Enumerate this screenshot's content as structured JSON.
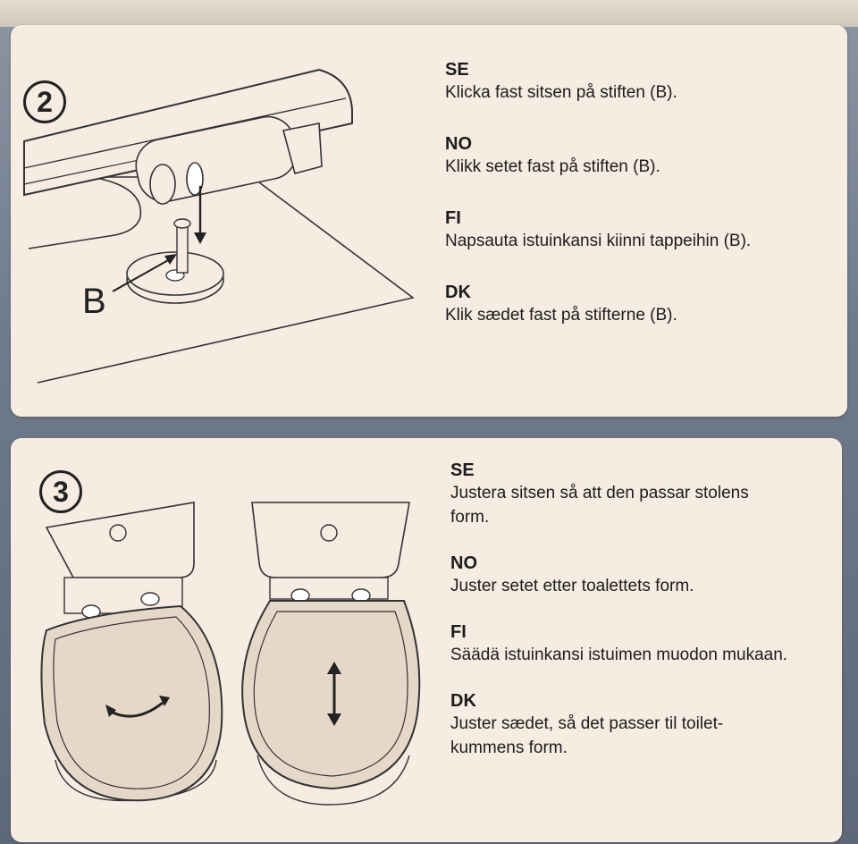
{
  "step2": {
    "number": "2",
    "callout_label": "B",
    "instructions": [
      {
        "code": "SE",
        "text": "Klicka fast sitsen på stiften (B)."
      },
      {
        "code": "NO",
        "text": "Klikk setet fast på stiften (B)."
      },
      {
        "code": "FI",
        "text": "Napsauta istuinkansi kiinni tappeihin (B)."
      },
      {
        "code": "DK",
        "text": "Klik sædet fast på stifterne (B)."
      }
    ]
  },
  "step3": {
    "number": "3",
    "instructions": [
      {
        "code": "SE",
        "text": "Justera sitsen så att den passar stolens form."
      },
      {
        "code": "NO",
        "text": "Juster setet etter toalettets form."
      },
      {
        "code": "FI",
        "text": "Säädä istuinkansi istuimen muodon mukaan."
      },
      {
        "code": "DK",
        "text": "Juster sædet, så det passer til toilet- kummens form."
      }
    ]
  },
  "colors": {
    "panel": "#f6ece2",
    "ink": "#1c1c1c",
    "background": "#6f7b8c"
  }
}
